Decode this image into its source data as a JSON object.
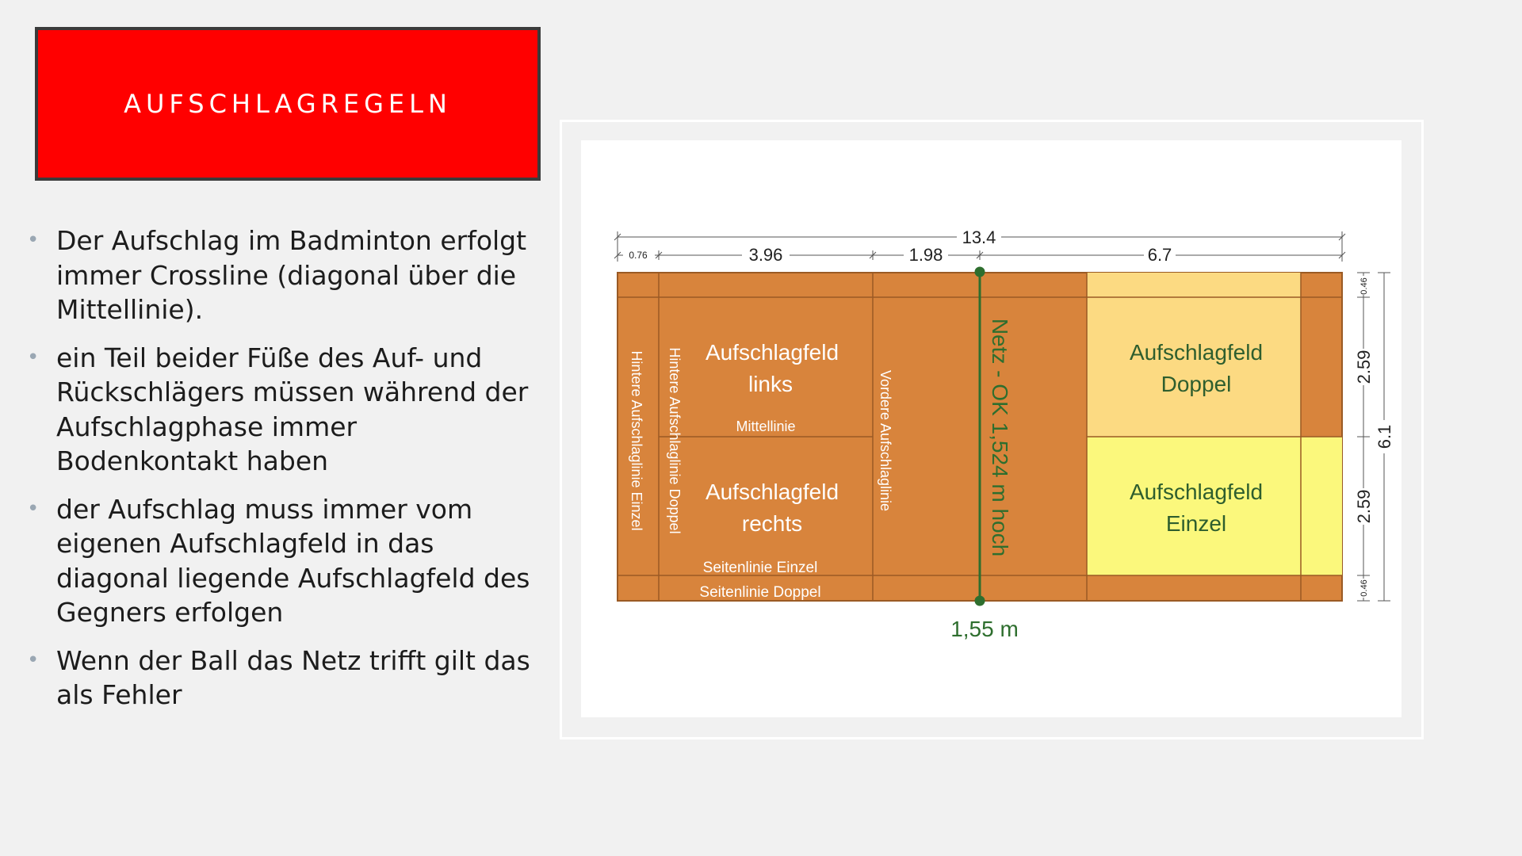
{
  "title": "AUFSCHLAGREGELN",
  "bullets": [
    "Der Aufschlag im Badminton erfolgt immer Crossline (diagonal über die Mittellinie).",
    "ein Teil beider Füße des Auf- und Rückschlägers müssen während der Aufschlagphase immer Bodenkontakt haben",
    "der Aufschlag muss immer vom eigenen Aufschlagfeld in das diagonal liegende Aufschlagfeld des Gegners erfolgen",
    "Wenn der Ball das Netz trifft gilt das als Fehler"
  ],
  "court": {
    "dims_top": {
      "total": "13.4",
      "d076": "0.76",
      "d396": "3.96",
      "d198": "1.98",
      "d67": "6.7"
    },
    "dims_right": {
      "a046": "0.46",
      "b259": "2.59",
      "c259": "2.59",
      "d046": "0.46",
      "total": "6.1"
    },
    "labels": {
      "hintere_einzel": "Hintere Aufschlaglinie Einzel",
      "hintere_doppel": "Hintere Aufschlaglinie Doppel",
      "feld_links_1": "Aufschlagfeld",
      "feld_links_2": "links",
      "mittellinie": "Mittellinie",
      "feld_rechts_1": "Aufschlagfeld",
      "feld_rechts_2": "rechts",
      "seitenlinie_einzel": "Seitenlinie Einzel",
      "seitenlinie_doppel": "Seitenlinie Doppel",
      "vordere": "Vordere Aufschlaglinie",
      "netz": "Netz - OK 1,524 m hoch",
      "feld_doppel_1": "Aufschlagfeld",
      "feld_doppel_2": "Doppel",
      "feld_einzel_1": "Aufschlagfeld",
      "feld_einzel_2": "Einzel",
      "post_height": "1,55 m"
    },
    "colors": {
      "court": "#d8843c",
      "doppel_field": "#fcda82",
      "einzel_field": "#fbf87c",
      "net": "#2e6e2e",
      "line": "#9a5a24"
    }
  }
}
